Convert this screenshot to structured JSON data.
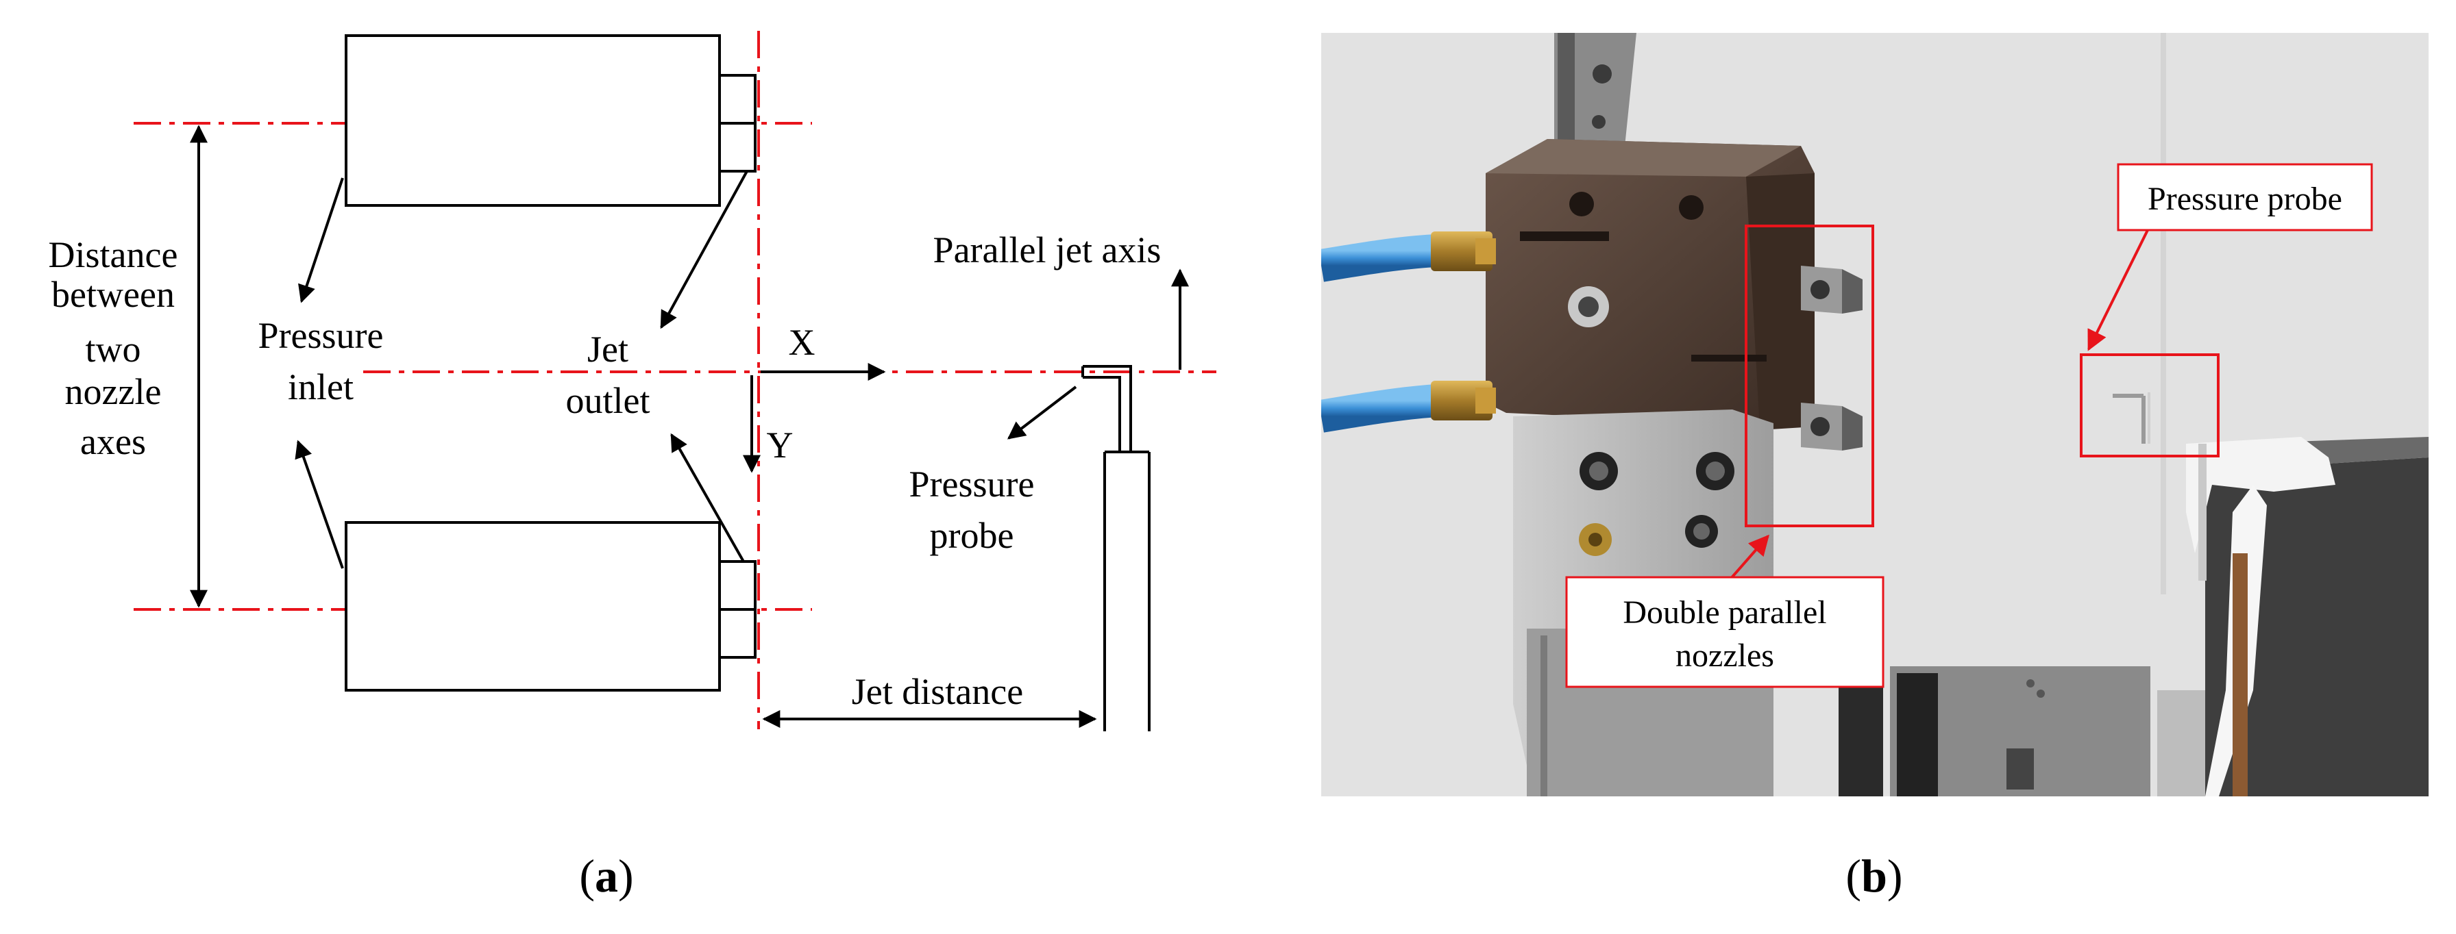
{
  "panel_a": {
    "labels": {
      "distance_line1": "Distance",
      "distance_line2": "between",
      "distance_line3": "two",
      "distance_line4": "nozzle",
      "distance_line5": "axes",
      "pressure_inlet_line1": "Pressure",
      "pressure_inlet_line2": "inlet",
      "jet_outlet_line1": "Jet",
      "jet_outlet_line2": "outlet",
      "x_axis": "X",
      "y_axis": "Y",
      "parallel_jet_axis": "Parallel jet axis",
      "pressure_probe_line1": "Pressure",
      "pressure_probe_line2": "probe",
      "jet_distance": "Jet distance"
    },
    "caption": {
      "open": "(",
      "letter": "a",
      "close": ")"
    },
    "colors": {
      "axis_line": "#e8141b",
      "drawing": "#000000"
    }
  },
  "panel_b": {
    "labels": {
      "pressure_probe": "Pressure probe",
      "nozzles_line1": "Double parallel",
      "nozzles_line2": "nozzles"
    },
    "caption": {
      "open": "(",
      "letter": "b",
      "close": ")"
    },
    "colors": {
      "highlight_box": "#e8141b",
      "background_wall": "#e6e6e6",
      "metal_block": "#4a3a30",
      "hose": "#3b8fd6"
    }
  }
}
